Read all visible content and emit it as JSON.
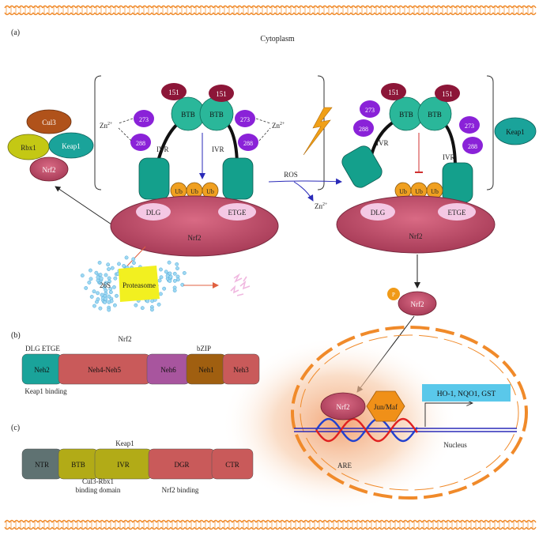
{
  "panels": {
    "a": "(a)",
    "b": "(b)",
    "c": "(c)"
  },
  "labels": {
    "cytoplasm": "Cytoplasm",
    "nucleus": "Nucleus",
    "ros": "ROS",
    "zn_base": "Zn",
    "zn_sup": "2+",
    "ivr": "IVR",
    "btb": "BTB",
    "ub": "Ub",
    "dlg": "DLG",
    "etge": "ETGE",
    "nrf2": "Nrf2",
    "keap1": "Keap1",
    "cul3": "Cul3",
    "rbx1": "Rbx1",
    "c151": "151",
    "c273": "273",
    "c288": "288",
    "proteasome_26s": "26S",
    "proteasome": "Proteasome",
    "p": "P",
    "jun_maf": "Jun/Maf",
    "are": "ARE",
    "genes": "HO-1, NQO1, GST"
  },
  "nrf2_domains": {
    "title": "Nrf2",
    "top_labels": {
      "dlg_etge": "DLG ETGE",
      "bzip": "bZIP"
    },
    "segments": [
      {
        "label": "Neh2",
        "color": "#1aa39a"
      },
      {
        "label": "Neh4-Neh5",
        "color": "#c95a5a"
      },
      {
        "label": "Neh6",
        "color": "#a8559e"
      },
      {
        "label": "Neh1",
        "color": "#a05f10"
      },
      {
        "label": "Neh3",
        "color": "#c95a5a"
      }
    ],
    "caption": "Keap1 binding"
  },
  "keap1_domains": {
    "title": "Keap1",
    "segments": [
      {
        "label": "NTR",
        "color": "#5f7272"
      },
      {
        "label": "BTB",
        "color": "#b2ab17"
      },
      {
        "label": "IVR",
        "color": "#b2ab17"
      },
      {
        "label": "DGR",
        "color": "#c95a5a"
      },
      {
        "label": "CTR",
        "color": "#c95a5a"
      }
    ],
    "captions": {
      "cul3_rbx1": "Cul3-Rbx1",
      "binding_domain": "binding domain",
      "nrf2_binding": "Nrf2 binding"
    }
  },
  "colors": {
    "membrane": "#f08a2a",
    "nrf2": "#c0506a",
    "teal": "#1aa392",
    "btb": "#2ab79a",
    "c151": "#8c1638",
    "purple": "#8a22d8",
    "ub": "#f0a020",
    "arrow_blue": "#2a2ab8",
    "arrow_red": "#e06040",
    "dna_red": "#e02020",
    "dna_blue": "#2040d0",
    "genes_box": "#5ac8ea",
    "jun_maf": "#f09018",
    "lightning": "#f0a018"
  }
}
